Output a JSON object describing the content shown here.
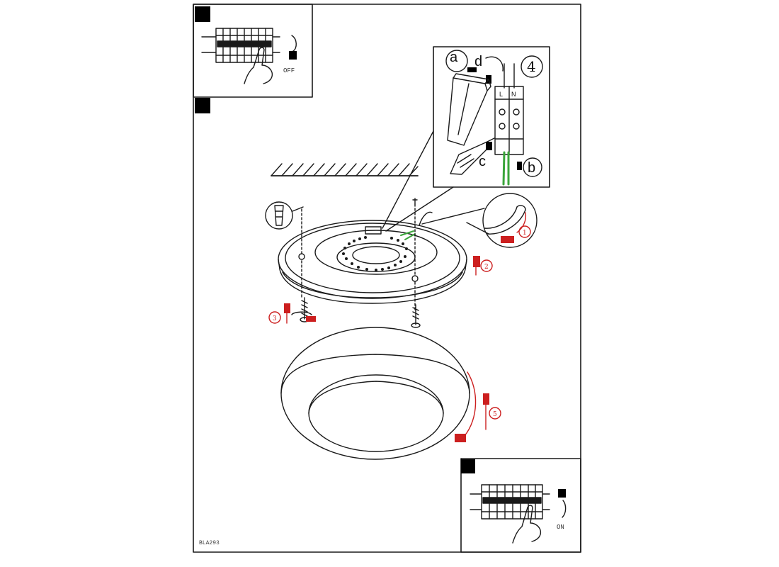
{
  "colors": {
    "line": "#1a1a1a",
    "accent": "#cc1f1f",
    "wire_green": "#3aa53a",
    "marker": "#000000"
  },
  "labels": {
    "off": "OFF",
    "on": "ON",
    "code": "BLA293"
  },
  "detail": {
    "a": "a",
    "b": "b",
    "c": "c",
    "d": "d",
    "step": "4",
    "terminal_l": "L",
    "terminal_n": "N"
  },
  "steps": {
    "s1": "1",
    "s2": "2",
    "s3": "3",
    "s5": "5"
  },
  "icons": [
    "breaker-panel-icon",
    "hand-pointer-icon",
    "wall-plug-icon",
    "screw-icon",
    "terminal-block-icon",
    "screwdriver-icon"
  ]
}
